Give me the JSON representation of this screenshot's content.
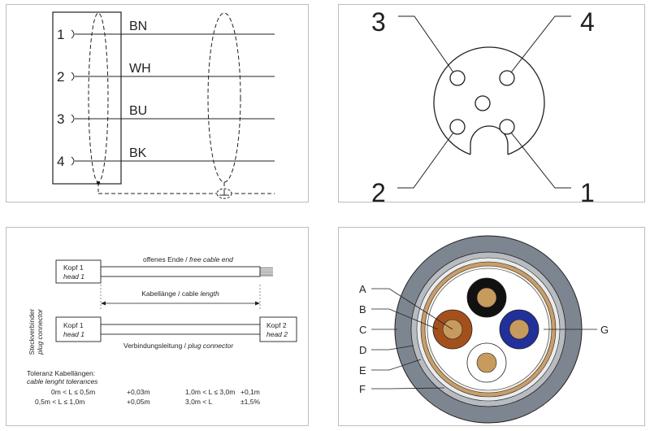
{
  "wiring": {
    "pins": [
      "1",
      "2",
      "3",
      "4"
    ],
    "wire_colors": [
      "BN",
      "WH",
      "BU",
      "BK"
    ],
    "ground_symbol": "⊥"
  },
  "pinout": {
    "pin_labels": [
      "3",
      "4",
      "2",
      "1"
    ]
  },
  "cable_length": {
    "side_label": "Steckverbinder",
    "side_label_italic": "plug connector",
    "top_title": "offenes Ende / ",
    "top_title_italic": "free cable end",
    "head1_label": "Kopf 1",
    "head1_label_italic": "head 1",
    "length_label": "Kabellänge / cable ",
    "length_label_italic": "length",
    "bottom_head1_label": "Kopf 1",
    "bottom_head1_italic": "head 1",
    "head2_label": "Kopf 2",
    "head2_italic": "head 2",
    "bottom_title": "Verbindungsleitung / ",
    "bottom_title_italic": "plug connector",
    "tolerance_title": "Toleranz Kabellängen:",
    "tolerance_subtitle": "cable lenght tolerances",
    "tolerances": [
      {
        "range": "0m < L ≤ 0,5m",
        "value": "+0,03m"
      },
      {
        "range": "0,5m < L ≤ 1,0m",
        "value": "+0,05m"
      },
      {
        "range": "1,0m < L ≤ 3,0m",
        "value": "+0,1m"
      },
      {
        "range": "3,0m < L",
        "value": "±1,5%"
      }
    ]
  },
  "cross_section": {
    "layer_labels": [
      "A",
      "B",
      "C",
      "D",
      "E",
      "F",
      "G"
    ],
    "colors": {
      "outer_jacket": "#7d8590",
      "inner_jacket": "#b7bcc1",
      "braid": "#c89e6a",
      "core_brown": "#a4501d",
      "core_blue": "#22309a",
      "core_black": "#111111",
      "core_white": "#ffffff",
      "copper": "#c79a5e"
    }
  }
}
